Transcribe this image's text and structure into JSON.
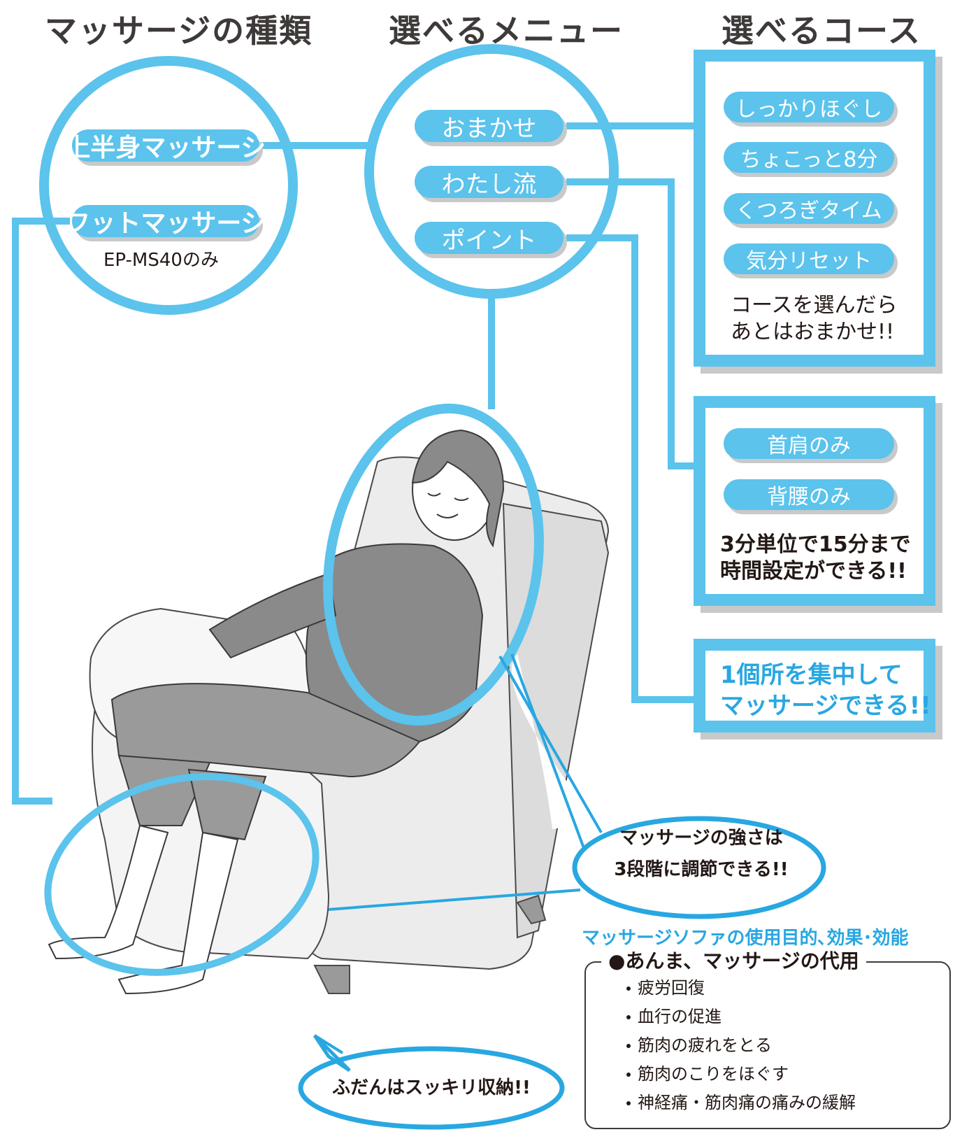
{
  "headings": {
    "types": "マッサージの種類",
    "menus": "選べるメニュー",
    "courses": "選べるコース"
  },
  "types": {
    "upper_body": "上半身マッサージ",
    "foot": "フットマッサージ",
    "foot_note": "EP-MS40のみ"
  },
  "menus": {
    "omakase": "おまかせ",
    "watashi": "わたし流",
    "point": "ポイント"
  },
  "omakase_box": {
    "courses": [
      "しっかりほぐし",
      "ちょこっと8分",
      "くつろぎタイム",
      "気分リセット"
    ],
    "note_line1": "コースを選んだら",
    "note_line2": "あとはおまかせ!!"
  },
  "watashi_box": {
    "courses": [
      "首肩のみ",
      "背腰のみ"
    ],
    "note_line1": "3分単位で15分まで",
    "note_line2": "時間設定ができる!!"
  },
  "point_box": {
    "line1": "1個所を集中して",
    "line2": "マッサージできる!!"
  },
  "callouts": {
    "strength_line1": "マッサージの強さは",
    "strength_line2": "3段階に調節できる!!",
    "storage": "ふだんはスッキリ収納!!"
  },
  "uses": {
    "title": "マッサージソファの使用目的､効果･効能",
    "heading": "●あんま、マッサージの代用",
    "items": [
      "疲労回復",
      "血行の促進",
      "筋肉の疲れをとる",
      "筋肉のこりをほぐす",
      "神経痛・筋肉痛の痛みの緩解"
    ]
  },
  "colors": {
    "accent": "#5bc3ec",
    "accent_text": "#28a7e1",
    "shadow": "#c8c9ca",
    "illustration_gray": "#8a8a8a"
  }
}
